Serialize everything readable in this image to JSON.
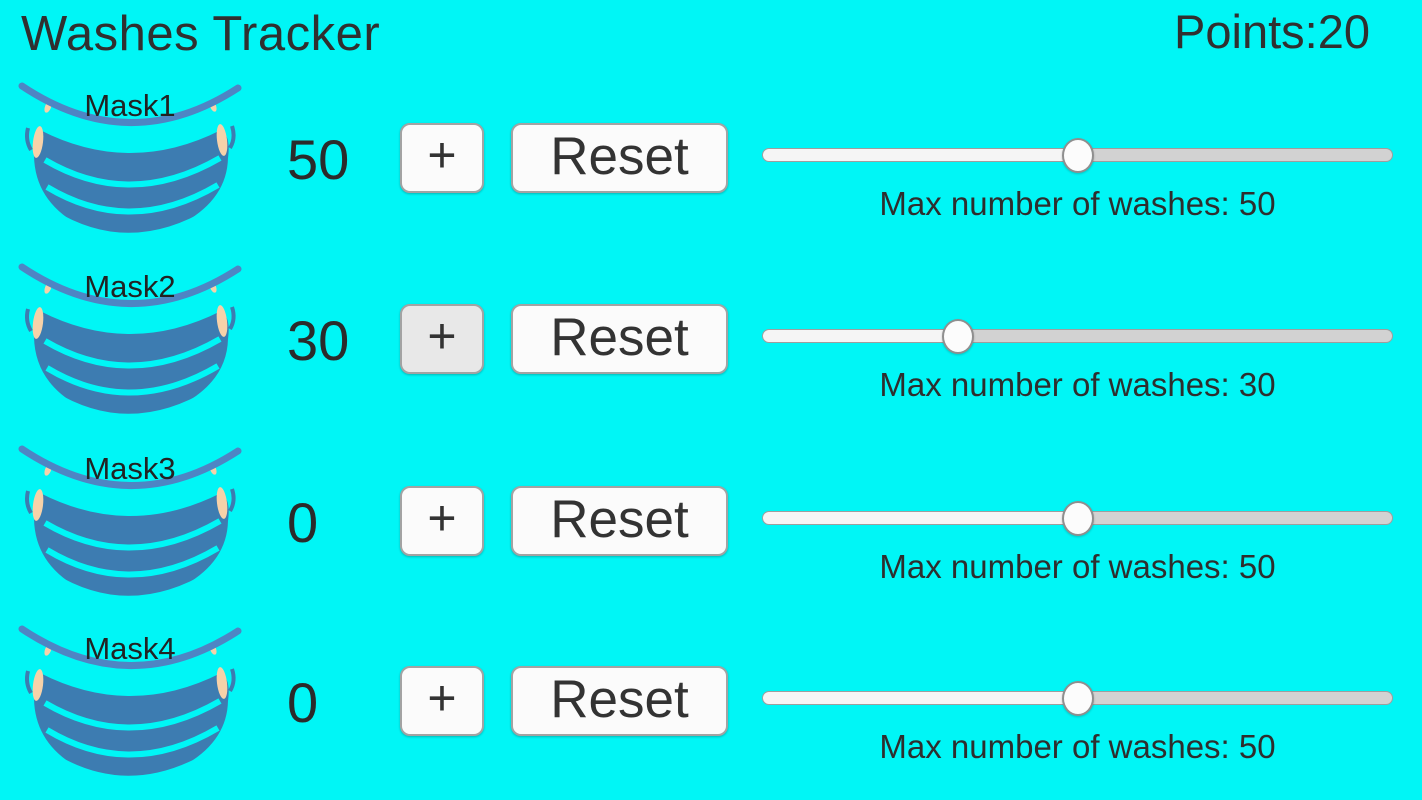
{
  "app": {
    "title": "Washes Tracker",
    "points_label": "Points:",
    "points_value": "20"
  },
  "colors": {
    "background": "#00F6F6",
    "text": "#2E2E2E",
    "mask_blue": "#3D7CB1",
    "strap_blue": "#4E85C4",
    "ear_peach": "#F6D2A9",
    "button_bg": "#FBFBFB",
    "button_bg_pressed": "#E8E8E8",
    "slider_track_filled": "#F5F5F5",
    "slider_track_empty": "#D2D2D2"
  },
  "buttons": {
    "increment_label": "+",
    "reset_label": "Reset"
  },
  "rows": [
    {
      "label": "Mask1",
      "count": "50",
      "max_washes": 50,
      "slider_min": 0,
      "slider_max": 100,
      "max_label": "Max number of washes: 50",
      "plus_pressed": false
    },
    {
      "label": "Mask2",
      "count": "30",
      "max_washes": 30,
      "slider_min": 0,
      "slider_max": 100,
      "max_label": "Max number of washes: 30",
      "plus_pressed": true
    },
    {
      "label": "Mask3",
      "count": "0",
      "max_washes": 50,
      "slider_min": 0,
      "slider_max": 100,
      "max_label": "Max number of washes: 50",
      "plus_pressed": false
    },
    {
      "label": "Mask4",
      "count": "0",
      "max_washes": 50,
      "slider_min": 0,
      "slider_max": 100,
      "max_label": "Max number of washes: 50",
      "plus_pressed": false
    }
  ]
}
